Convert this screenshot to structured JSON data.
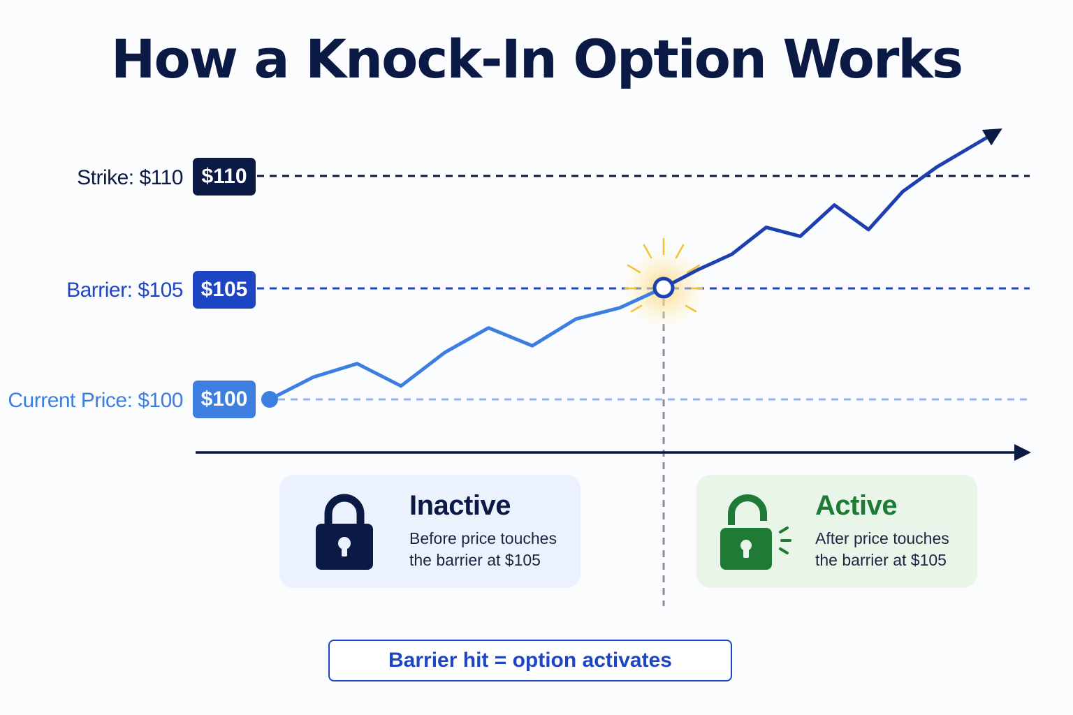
{
  "title": "How a Knock-In Option Works",
  "levels": {
    "strike": {
      "label": "Strike: $110",
      "badge": "$110",
      "value": 110,
      "color": "#0b1a45"
    },
    "barrier": {
      "label": "Barrier: $105",
      "badge": "$105",
      "value": 105,
      "color": "#1e45c4"
    },
    "current": {
      "label": "Current Price: $100",
      "badge": "$100",
      "value": 100,
      "color": "#3d7fe0"
    }
  },
  "colors": {
    "line_before": "#3d7fe0",
    "line_after": "#1e3fb0",
    "axis": "#0b1a45",
    "barrier_hit_glow": "#f7c948",
    "inactive_bg": "#ecf2fd",
    "active_bg": "#eaf5ea",
    "active_accent": "#1e7a35"
  },
  "chart_data": {
    "type": "line",
    "y_reference_lines": [
      100,
      105,
      110
    ],
    "price_path": [
      100,
      101.0,
      101.6,
      100.6,
      102.1,
      103.2,
      102.4,
      103.6,
      104.1,
      105,
      105.8,
      106.5,
      107.7,
      107.3,
      108.7,
      107.6,
      109.3,
      110.4,
      111.3
    ],
    "barrier_hit_index": 9,
    "state_before_barrier": "Inactive",
    "state_after_barrier": "Active"
  },
  "cards": {
    "inactive": {
      "icon": "lock-closed-icon",
      "heading": "Inactive",
      "desc_line1": "Before price touches",
      "desc_line2": "the barrier at $105"
    },
    "active": {
      "icon": "lock-open-icon",
      "heading": "Active",
      "desc_line1": "After price touches",
      "desc_line2": "the barrier at $105"
    }
  },
  "takeaway": "Barrier hit = option activates"
}
